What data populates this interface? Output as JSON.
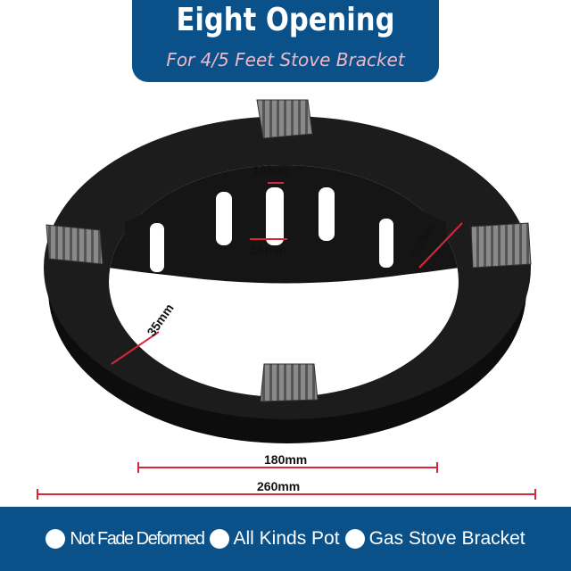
{
  "header": {
    "title": "Eight Opening",
    "subtitle": "For 4/5 Feet Stove Bracket"
  },
  "dimensions": {
    "slot_width": "10mm",
    "slot_gap": "15mm",
    "support_height": "51mm",
    "ring_width": "35mm",
    "inner_diameter": "180mm",
    "outer_diameter": "260mm"
  },
  "footer": {
    "features": [
      "Not Fade Deformed",
      "All Kinds Pot",
      "Gas Stove Bracket"
    ]
  },
  "colors": {
    "brand_blue": "#0b5189",
    "subtitle_pink": "#f2b6c6",
    "dimension_red": "#d8263a",
    "product_black": "#1a1a1a"
  }
}
